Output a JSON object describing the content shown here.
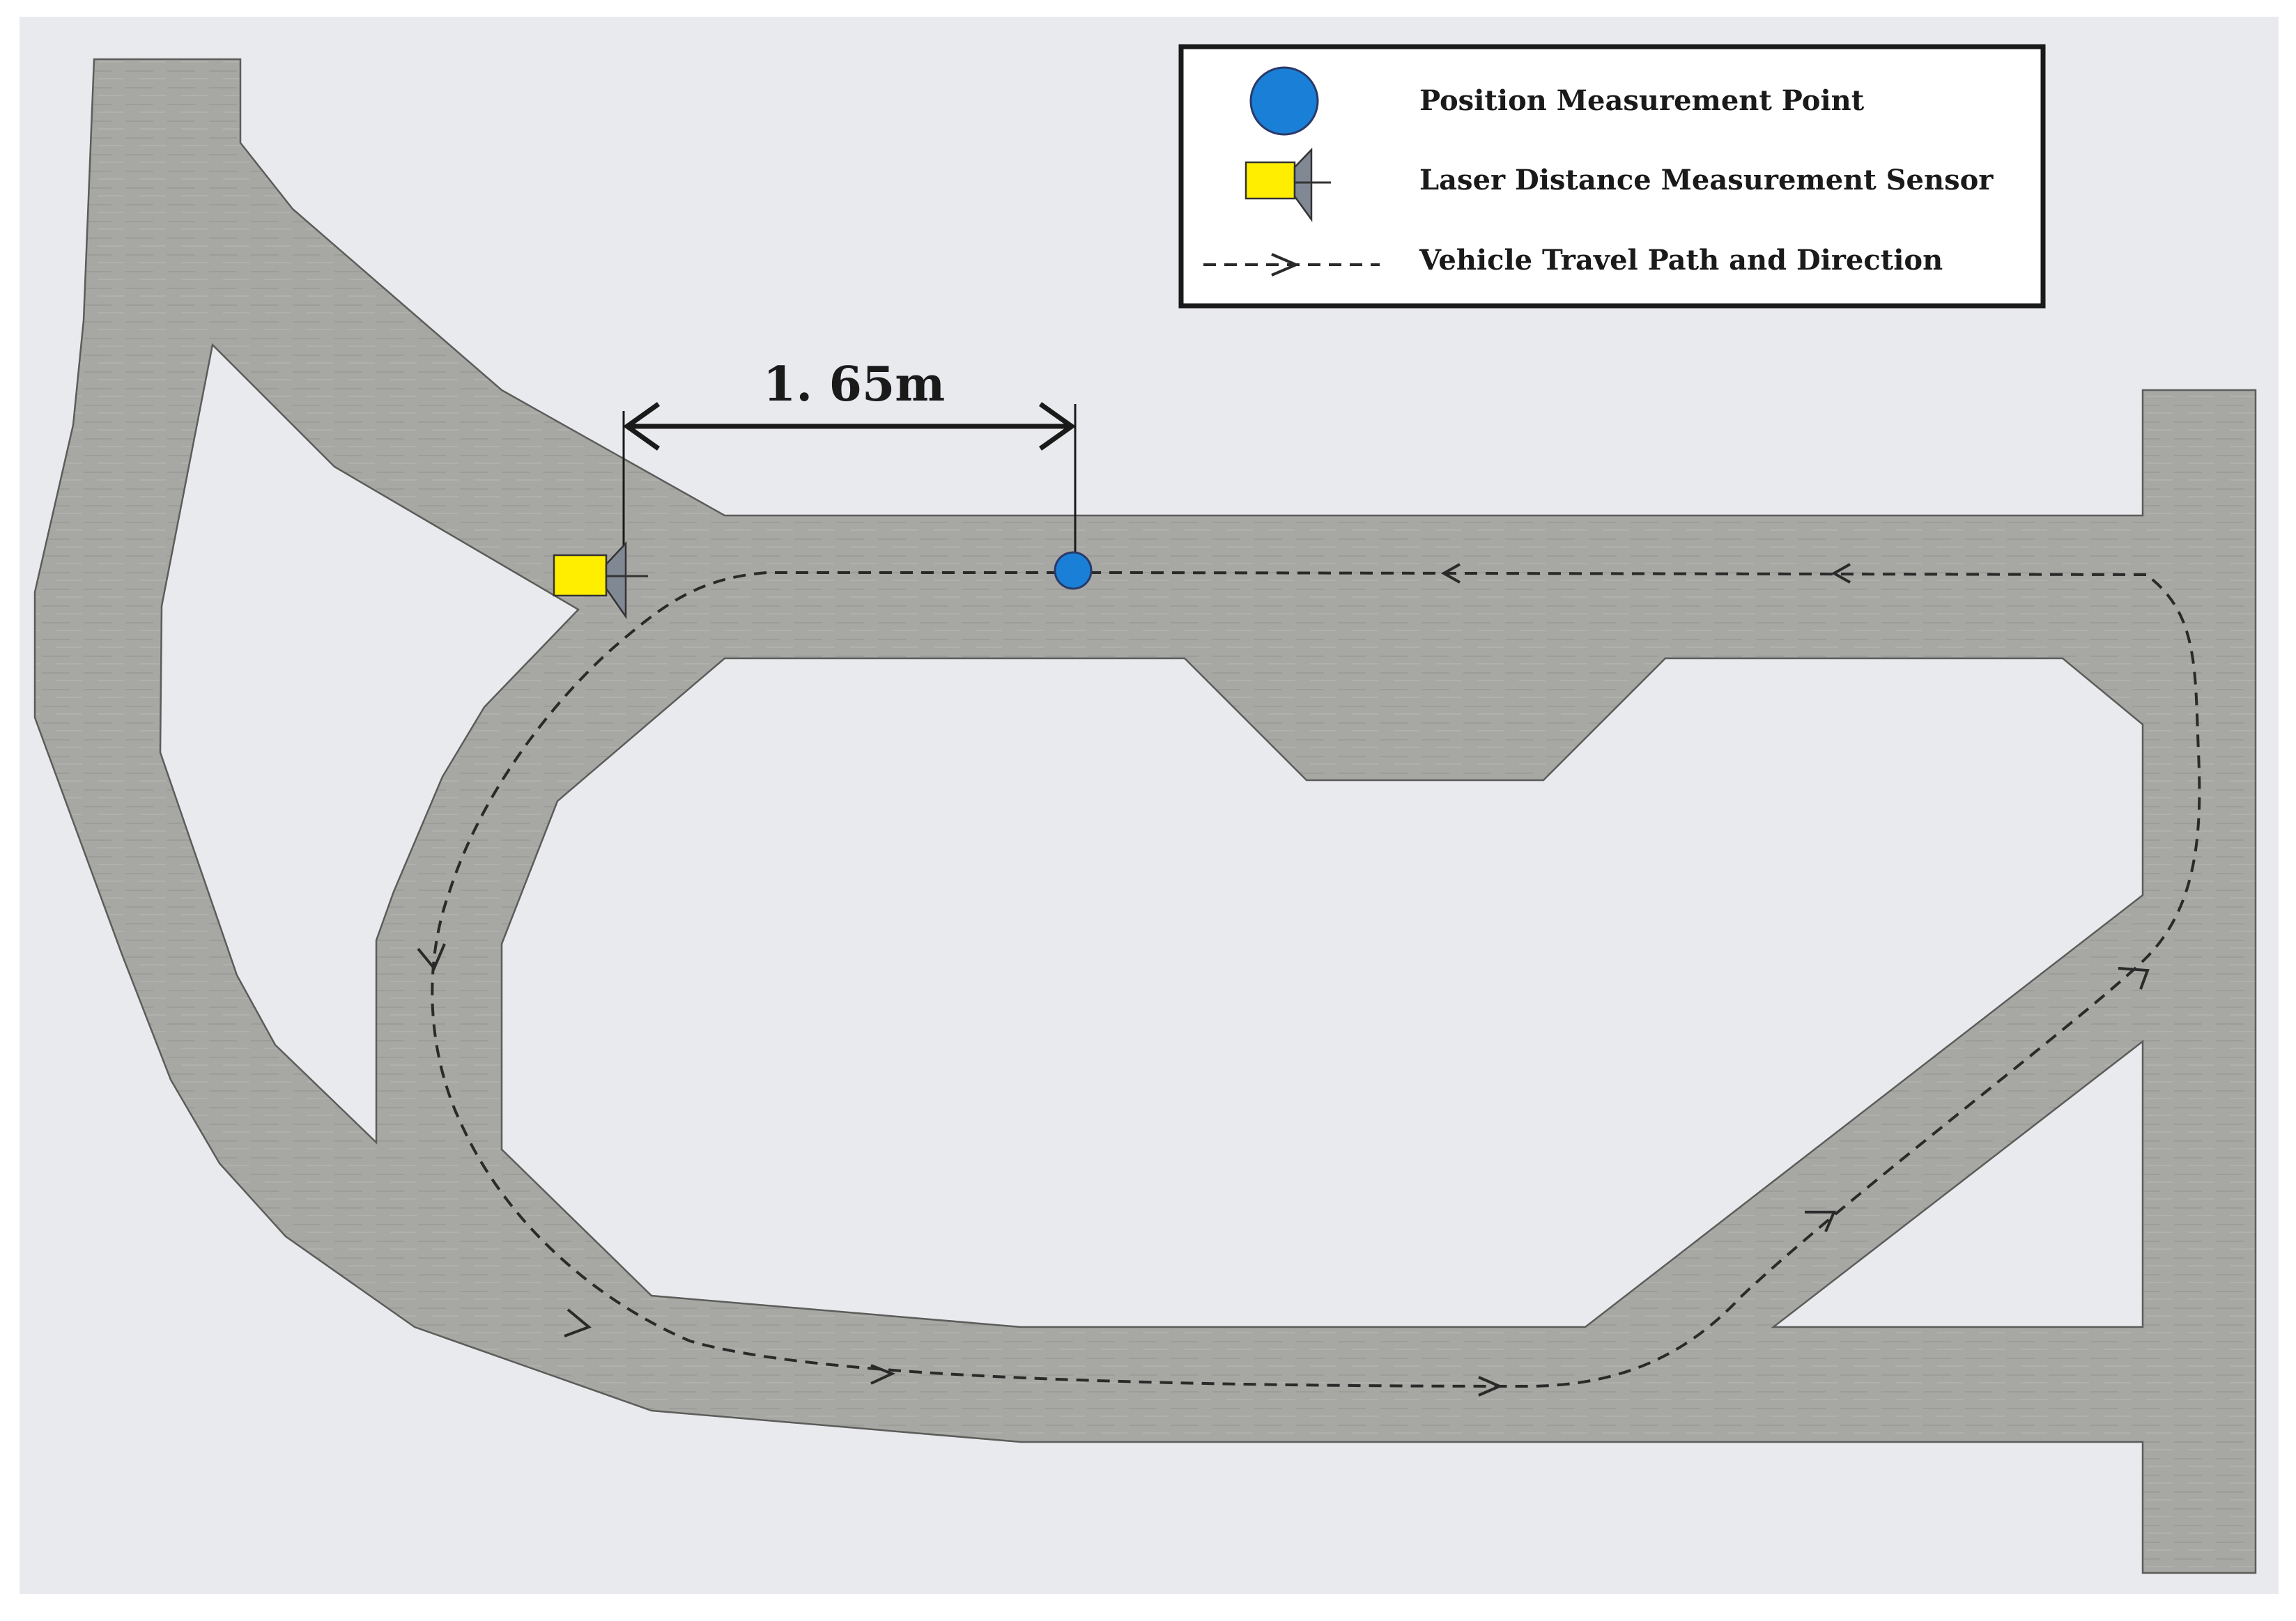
{
  "legend": {
    "items": [
      {
        "id": "position-point",
        "label": "Position Measurement Point",
        "icon": "blue-circle-icon"
      },
      {
        "id": "laser-sensor",
        "label": "Laser Distance Measurement Sensor",
        "icon": "laser-sensor-icon"
      },
      {
        "id": "travel-path",
        "label": "Vehicle Travel Path and Direction",
        "icon": "dashed-arrow-icon"
      }
    ]
  },
  "dimension": {
    "label": "1. 65m"
  },
  "colors": {
    "background": "#e9eaee",
    "road": "#a7a7a4",
    "point": "#1a7fd6",
    "sensor_body": "#ffee00",
    "sensor_cone": "#808894"
  }
}
